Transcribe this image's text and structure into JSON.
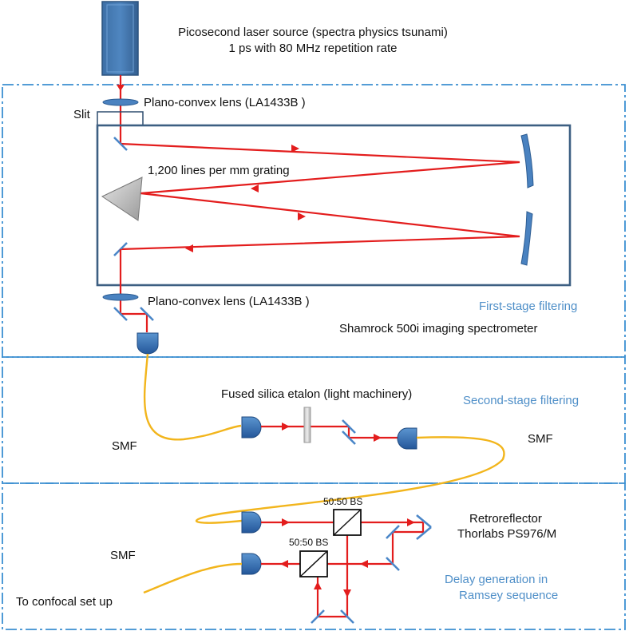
{
  "source": {
    "line1": "Picosecond laser source (spectra physics tsunami)",
    "line2": "1 ps with 80 MHz repetition rate"
  },
  "stage1": {
    "lens_top": "Plano-convex lens (LA1433B )",
    "slit": "Slit",
    "grating": "1,200 lines per mm grating",
    "lens_bottom": "Plano-convex lens (LA1433B )",
    "stage_title": "First-stage filtering",
    "spectrometer": "Shamrock 500i imaging spectrometer"
  },
  "stage2": {
    "etalon": "Fused silica etalon (light machinery)",
    "stage_title": "Second-stage filtering",
    "fiber_left": "SMF",
    "fiber_right": "SMF"
  },
  "stage3": {
    "bs_top": "50:50 BS",
    "bs_bottom": "50:50 BS",
    "retro_line1": "Retroreflector",
    "retro_line2": "Thorlabs PS976/M",
    "fiber": "SMF",
    "output": "To confocal set up",
    "stage_title_line1": "Delay generation in",
    "stage_title_line2": "Ramsey sequence"
  },
  "colors": {
    "beam": "#e31d1d",
    "fiber": "#f2b51c",
    "stage_box": "#3b8fd1",
    "optic_blue": "#3f78b8",
    "stage_label": "#4f8fc8"
  }
}
